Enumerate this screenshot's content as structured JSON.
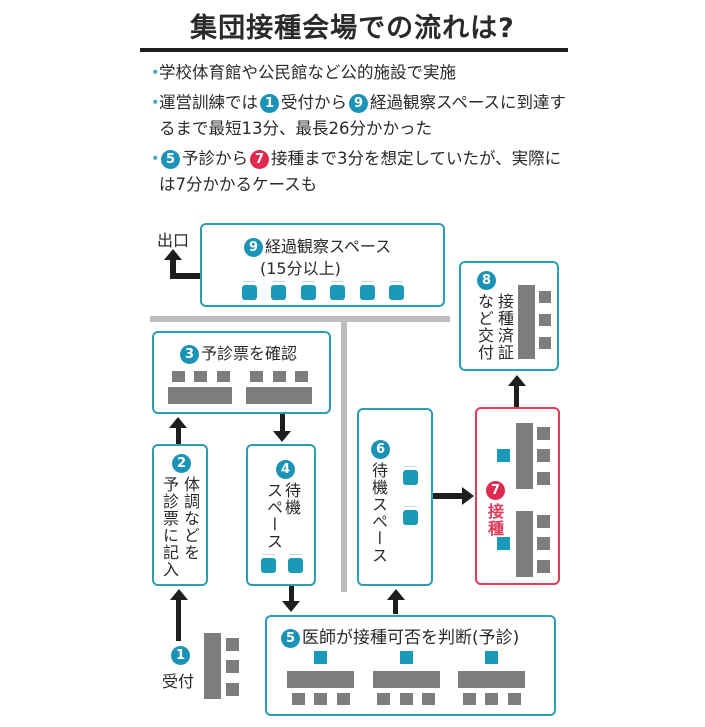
{
  "title": "集団接種会場での流れは?",
  "bullets": [
    {
      "dot": "・",
      "parts": [
        {
          "text": "学校体育館や公民館など公的施設で実施"
        }
      ]
    },
    {
      "dot": "・",
      "parts": [
        {
          "text": "運営訓練では"
        },
        {
          "num": "1",
          "color": "teal"
        },
        {
          "text": "受付から"
        },
        {
          "num": "9",
          "color": "teal"
        },
        {
          "text": "経過観察スペースに到達するまで最短13分、最長26分かかった"
        }
      ]
    },
    {
      "dot": "・",
      "parts": [
        {
          "num": "5",
          "color": "teal"
        },
        {
          "text": "予診から"
        },
        {
          "num": "7",
          "color": "red"
        },
        {
          "text": "接種まで3分を想定していたが、実際には7分かかるケースも"
        }
      ]
    }
  ],
  "colors": {
    "teal": "#1a9ab8",
    "red": "#e0294f",
    "gray": "#7d7d7d",
    "border": "#2c9db5"
  },
  "steps": {
    "s1": {
      "num": "1",
      "label": "受付"
    },
    "s2": {
      "num": "2",
      "label": "体調などを予診票に記入"
    },
    "s3": {
      "num": "3",
      "label": "予診票を確認"
    },
    "s4": {
      "num": "4",
      "label": "待機スペース"
    },
    "s5": {
      "num": "5",
      "label": "医師が接種可否を判断(予診)"
    },
    "s6": {
      "num": "6",
      "label": "待機スペース"
    },
    "s7": {
      "num": "7",
      "label": "接種"
    },
    "s8": {
      "num": "8",
      "label": "接種済証など交付",
      "col1": "接種済証",
      "col2": "など交付"
    },
    "s9": {
      "num": "9",
      "label": "経過観察スペース",
      "sub": "(15分以上)"
    }
  },
  "exit_label": "出口",
  "s2_lines": {
    "col1": "体調などを",
    "col2": "予診票に記入"
  },
  "s4_lines": {
    "col1": "待機",
    "col2": "スペース"
  }
}
